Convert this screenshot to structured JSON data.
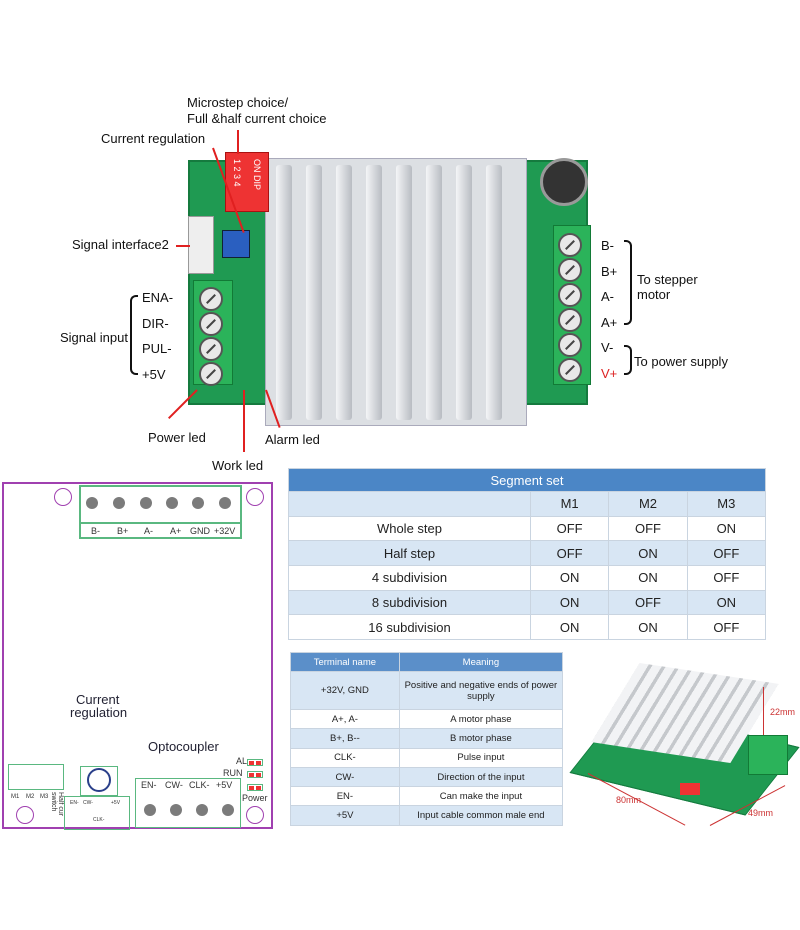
{
  "photo_labels": {
    "microstep": "Microstep choice/",
    "microstep2": "Full &half current choice",
    "current_regulation": "Current regulation",
    "signal_interface2": "Signal interface2",
    "signal_input": "Signal input",
    "inputs": [
      "ENA-",
      "DIR-",
      "PUL-",
      "+5V"
    ],
    "outputs": [
      "B-",
      "B+",
      "A-",
      "A+",
      "V-",
      "V+"
    ],
    "to_stepper_motor": "To stepper motor",
    "to_power_supply": "To power supply",
    "power_led": "Power led",
    "work_led": "Work led",
    "alarm_led": "Alarm led",
    "dip_text": "ON DIP",
    "dip_numbers": "1 2 3 4"
  },
  "segment_table": {
    "title": "Segment set",
    "columns": [
      "",
      "M1",
      "M2",
      "M3"
    ],
    "rows": [
      [
        "Whole step",
        "OFF",
        "OFF",
        "ON"
      ],
      [
        "Half step",
        "OFF",
        "ON",
        "OFF"
      ],
      [
        "4 subdivision",
        "ON",
        "ON",
        "OFF"
      ],
      [
        "8 subdivision",
        "ON",
        "OFF",
        "ON"
      ],
      [
        "16 subdivision",
        "ON",
        "ON",
        "OFF"
      ]
    ]
  },
  "terminal_table": {
    "columns": [
      "Terminal name",
      "Meaning"
    ],
    "rows": [
      [
        "+32V, GND",
        "Positive and negative ends of power supply"
      ],
      [
        "A+, A-",
        "A motor phase"
      ],
      [
        "B+, B--",
        "B motor phase"
      ],
      [
        "CLK-",
        "Pulse input"
      ],
      [
        "CW-",
        "Direction of the input"
      ],
      [
        "EN-",
        "Can make the input"
      ],
      [
        "+5V",
        "Input cable common male end"
      ]
    ]
  },
  "schematic": {
    "top_terminals": [
      "B-",
      "B+",
      "A-",
      "A+",
      "GND",
      "+32V"
    ],
    "current_regulation": "Current",
    "current_regulation2": "regulation",
    "optocoupler": "Optocoupler",
    "opto_terminals": [
      "EN-",
      "CW-",
      "CLK-",
      "+5V"
    ],
    "leds": [
      "AL",
      "RUN",
      "Power"
    ],
    "dip_labels": [
      "M1",
      "M2",
      "M3"
    ],
    "half_current": "Half cur switch",
    "small_terminals": [
      "EN-",
      "CW-",
      "+5V",
      "CLK-"
    ]
  },
  "dimensions": {
    "height": "22mm",
    "length": "80mm",
    "width": "49mm"
  },
  "colors": {
    "table_header": "#4b86c6",
    "row_alt": "#d8e6f4",
    "pcb": "#1f9a52",
    "schematic_border": "#a040b0",
    "arrow": "#e02020"
  }
}
